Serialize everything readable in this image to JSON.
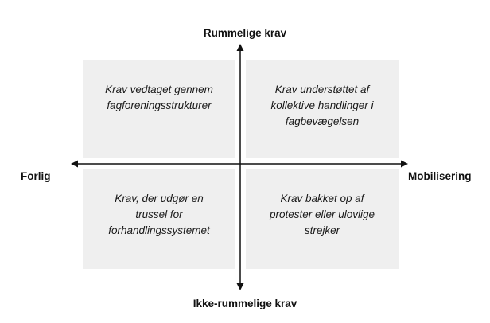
{
  "axes": {
    "top": "Rummelige krav",
    "bottom": "Ikke-rummelige krav",
    "left": "Forlig",
    "right": "Mobilisering"
  },
  "quadrants": {
    "top_left": "Krav vedtaget gennem\nfagforeningsstrukturer",
    "top_right": "Krav understøttet af\nkollektive handlinger i\nfagbevægelsen",
    "bottom_left": "Krav, der udgør en\ntrussel for\nforhandlingssystemet",
    "bottom_right": "Krav bakket op af\nprotester eller ulovlige\nstrejker"
  },
  "colors": {
    "quadrant_fill": "#efefef",
    "axis": "#111111"
  }
}
